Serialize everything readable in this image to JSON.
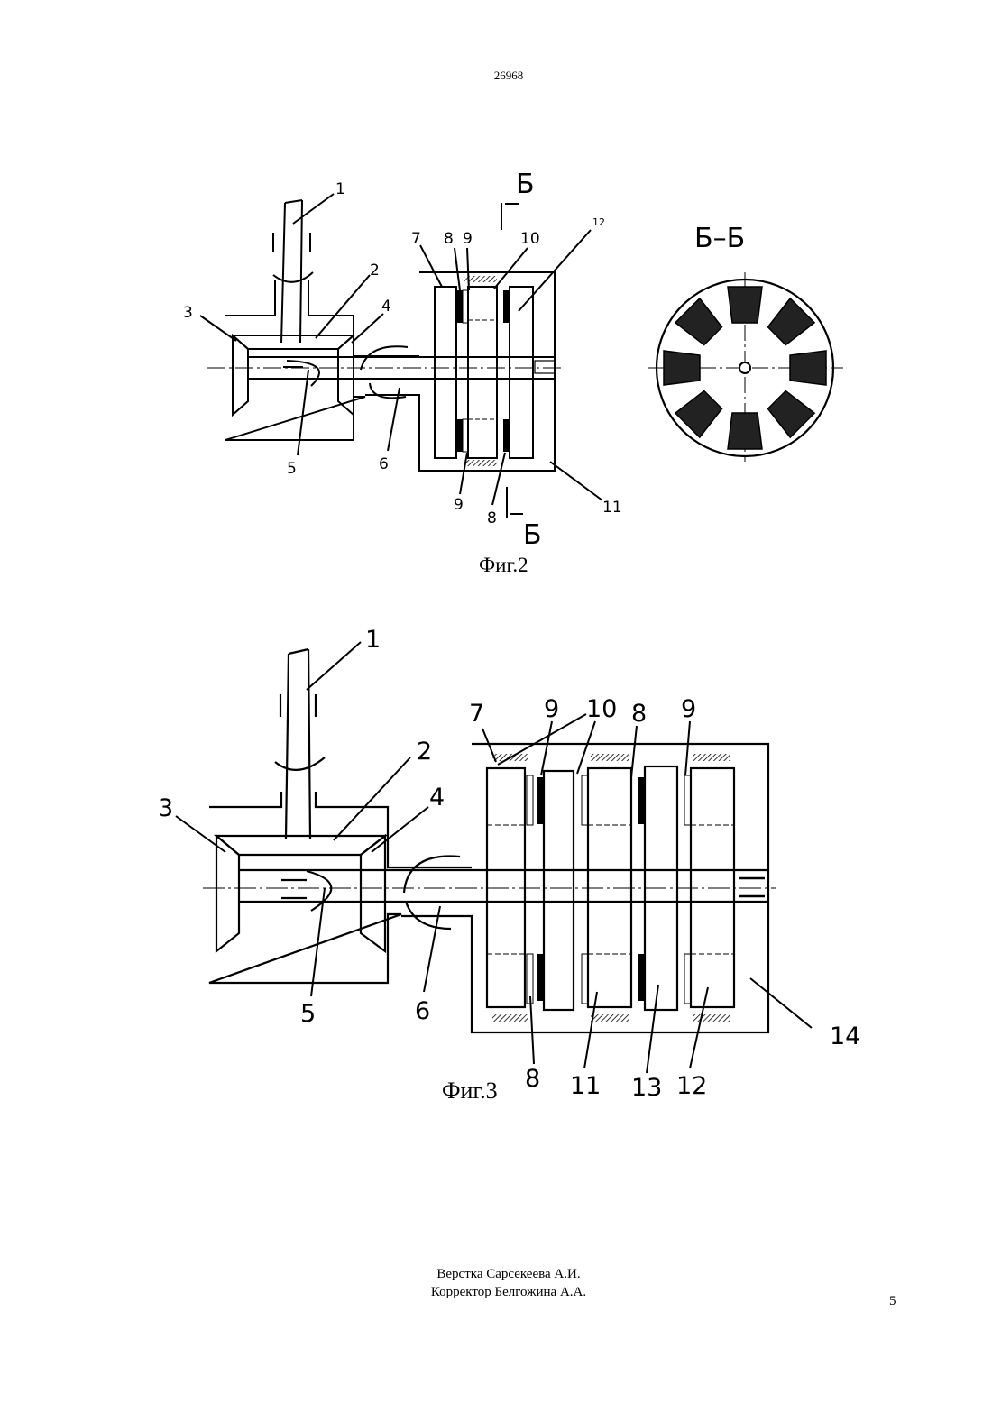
{
  "header": {
    "patent_number": "26968"
  },
  "figure2": {
    "caption": "Фиг.2",
    "section_label": "Б–Б",
    "cut_letter_top": "Б",
    "cut_letter_bottom": "Б",
    "labels": {
      "l1": "1",
      "l2": "2",
      "l3": "3",
      "l4": "4",
      "l5": "5",
      "l6": "6",
      "l7": "7",
      "l8a": "8",
      "l9a": "9",
      "l10": "10",
      "l12": "12",
      "l9b": "9",
      "l8b": "8",
      "l11": "11"
    }
  },
  "figure3": {
    "caption": "Фиг.3",
    "labels": {
      "l1": "1",
      "l2": "2",
      "l3": "3",
      "l4": "4",
      "l5": "5",
      "l6": "6",
      "l7": "7",
      "l9a": "9",
      "l10": "10",
      "l8a": "8",
      "l9b": "9",
      "l14": "14",
      "l8b": "8",
      "l11": "11",
      "l13": "13",
      "l12": "12"
    }
  },
  "footer": {
    "layout_credit": "Верстка Сарсекеева А.И.",
    "proof_credit": "Корректор Белгожина А.А.",
    "page_number": "5"
  }
}
